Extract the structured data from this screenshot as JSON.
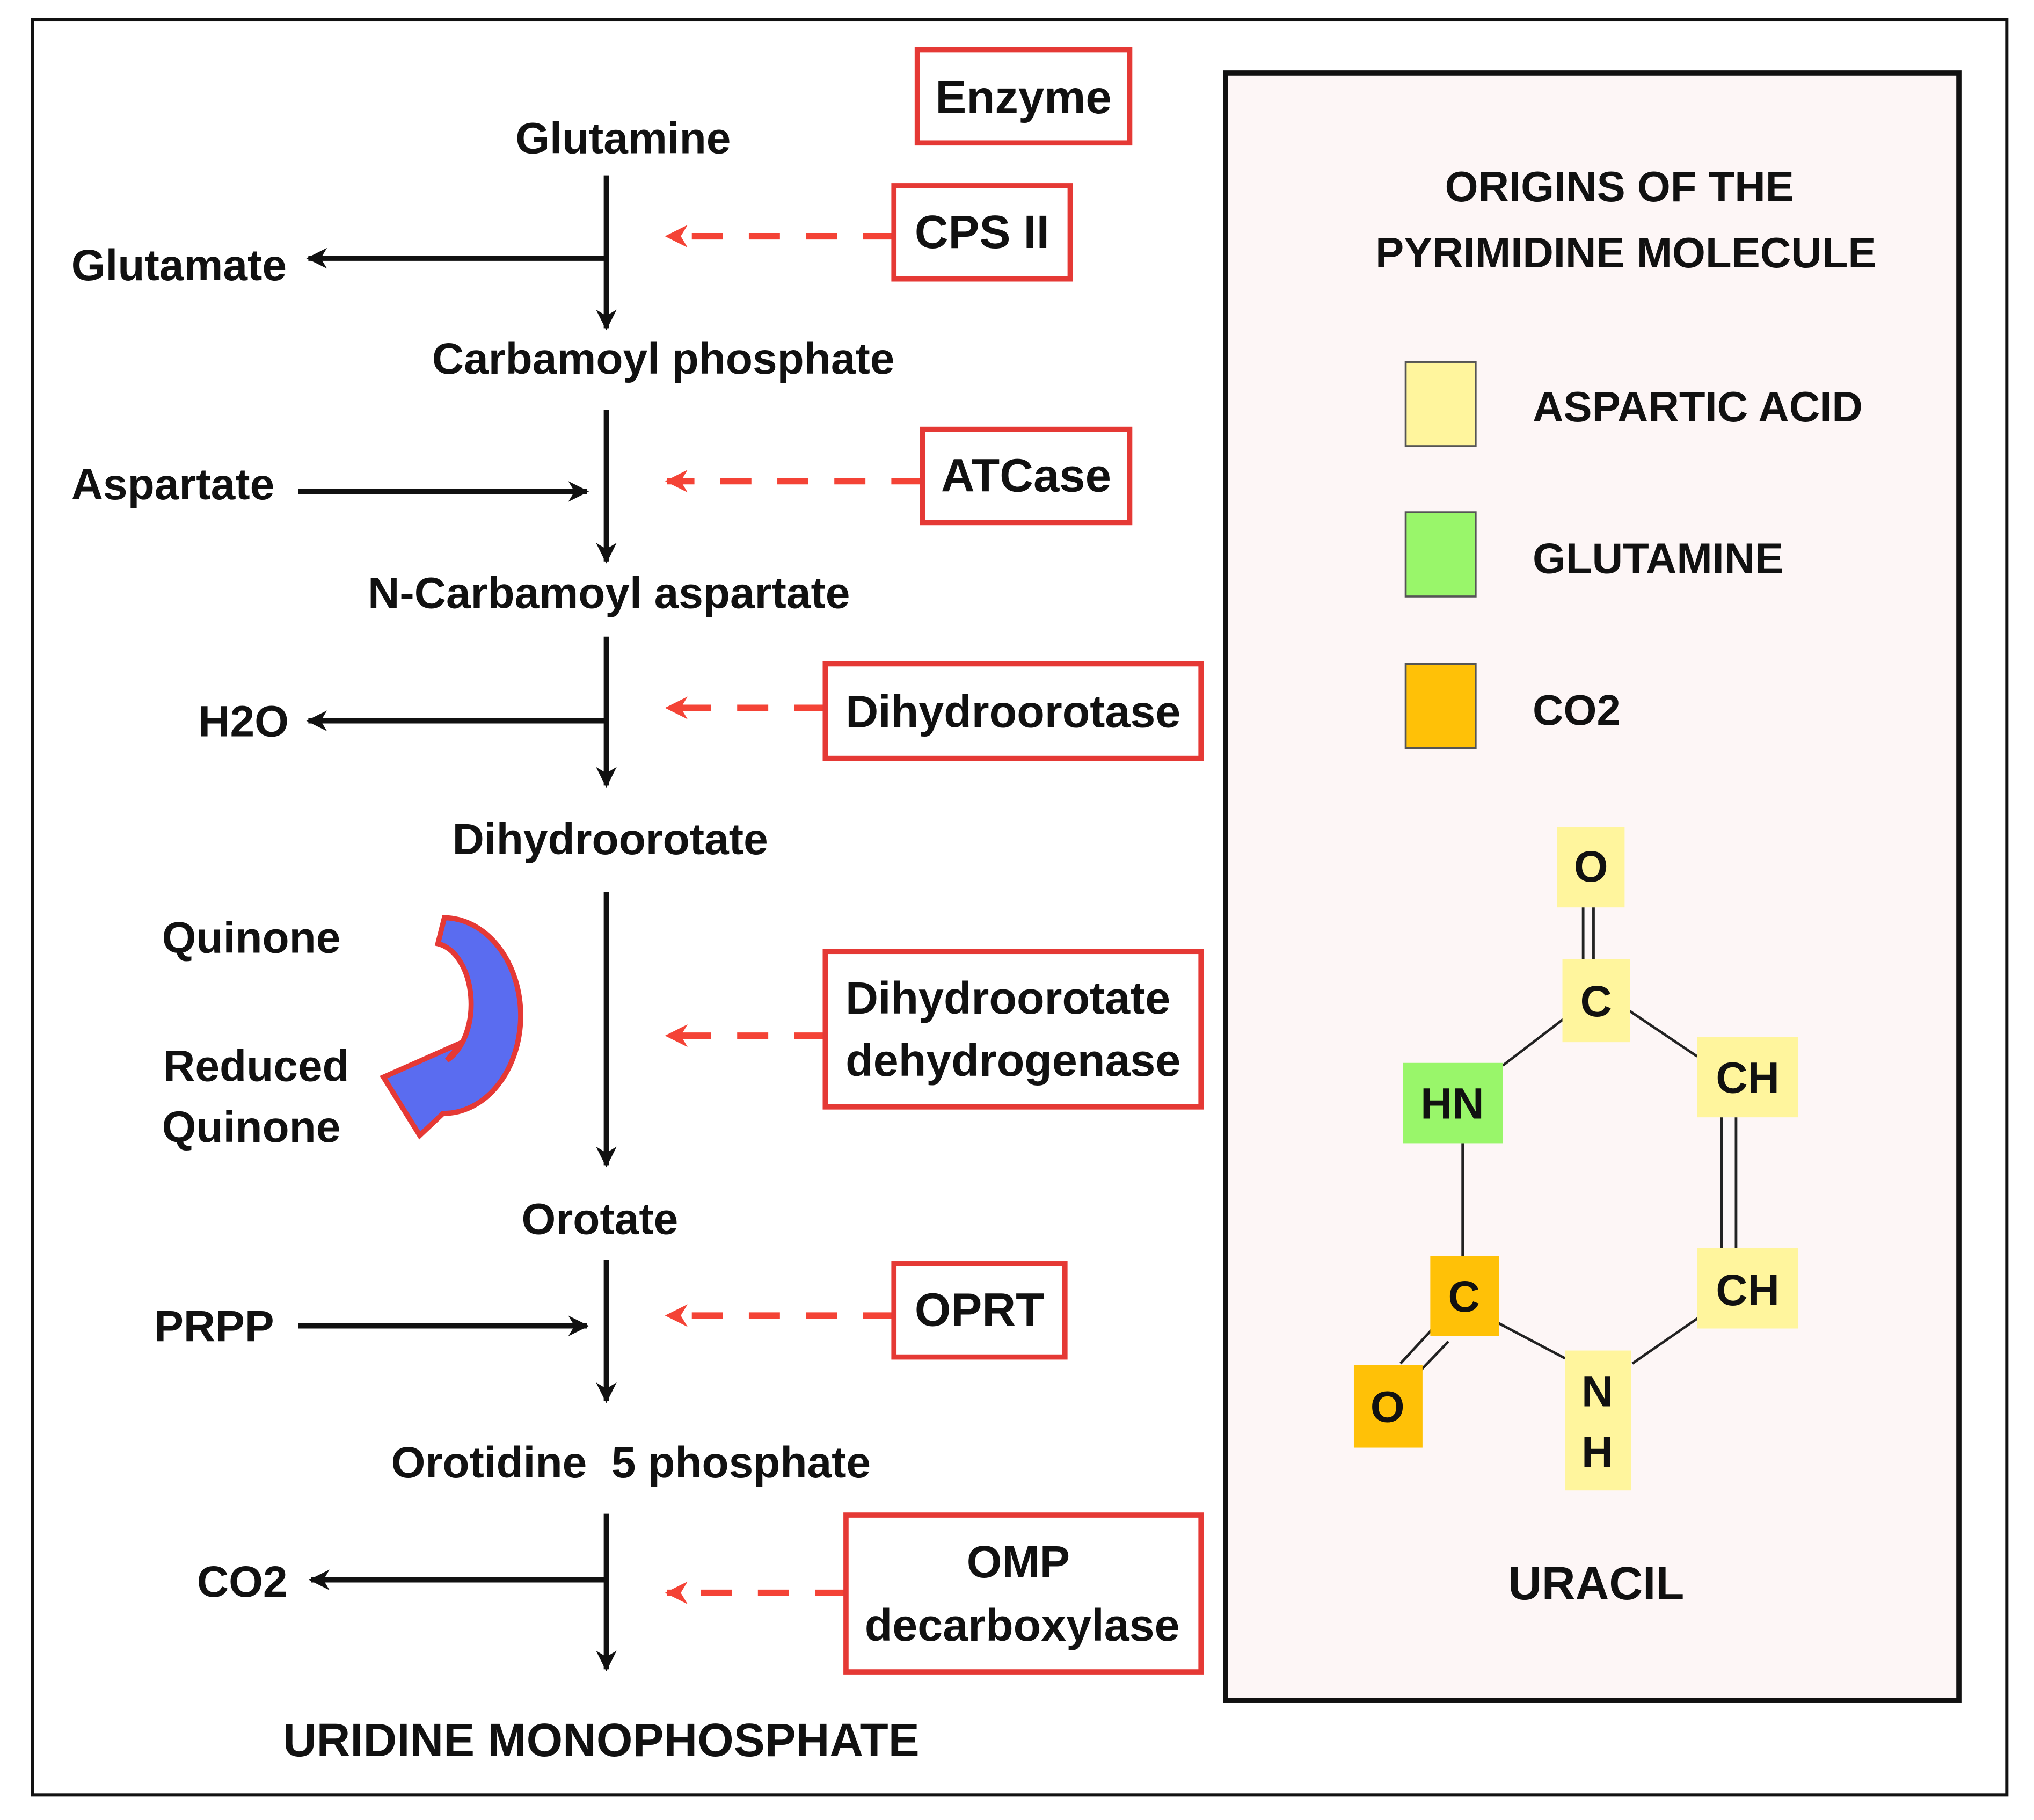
{
  "pathway": {
    "metabolites": {
      "glutamine": "Glutamine",
      "carbamoyl_phosphate": "Carbamoyl phosphate",
      "n_carbamoyl_aspartate": "N-Carbamoyl aspartate",
      "dihydroorotate": "Dihydroorotate",
      "orotate": "Orotate",
      "orotidine_5_phosphate": "Orotidine  5 phosphate",
      "uridine_monophosphate": "URIDINE MONOPHOSPHATE"
    },
    "side_products": {
      "glutamate": "Glutamate",
      "aspartate": "Aspartate",
      "h2o": "H2O",
      "quinone": "Quinone",
      "reduced_quinone_line1": "Reduced",
      "reduced_quinone_line2": "Quinone",
      "prpp": "PRPP",
      "co2": "CO2"
    },
    "enzyme_header": "Enzyme",
    "enzymes": {
      "cps2": "CPS II",
      "atcase": "ATCase",
      "dihydroorotase": "Dihydroorotase",
      "dhodh_line1": "Dihydroorotate",
      "dhodh_line2": "dehydrogenase",
      "omp_line1": "OMP",
      "omp_line2": "decarboxylase",
      "oprt": "OPRT"
    }
  },
  "origins_panel": {
    "title_line1": "ORIGINS OF THE",
    "title_line2": "PYRIMIDINE MOLECULE",
    "legend": [
      {
        "label": "ASPARTIC ACID",
        "color": "#fff59d"
      },
      {
        "label": "GLUTAMINE",
        "color": "#99f66a"
      },
      {
        "label": "CO2",
        "color": "#ffc107"
      }
    ],
    "uracil_atoms": {
      "o_top": "O",
      "c_top": "C",
      "ch_upper": "CH",
      "hn": "HN",
      "ch_lower": "CH",
      "c_left": "C",
      "n": "N",
      "h": "H",
      "o_left": "O"
    },
    "molecule_name": "URACIL"
  },
  "colors": {
    "enzyme_border": "#e53935",
    "dashed_arrow": "#f44336",
    "arrow": "#111111",
    "cycle_arrow_fill": "#5a6cf0",
    "cycle_arrow_outline": "#e53935",
    "panel_bg": "#fdf6f6",
    "panel_border": "#111111"
  }
}
